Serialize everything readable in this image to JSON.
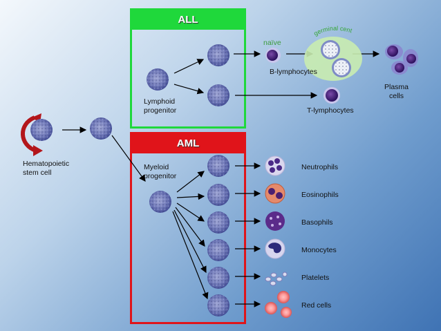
{
  "boxes": {
    "all": {
      "title": "ALL",
      "color": "#1fd83b"
    },
    "aml": {
      "title": "AML",
      "color": "#e0141a"
    }
  },
  "labels": {
    "hsc": [
      "Hematopoietic",
      "stem cell"
    ],
    "lymphoid": [
      "Lymphoid",
      "progenitor"
    ],
    "myeloid": [
      "Myeloid",
      "progenitor"
    ],
    "naive": "naïve",
    "germinal": "germinal center",
    "b_lymph": "B-lymphocytes",
    "t_lymph": "T-lymphocytes",
    "plasma": [
      "Plasma",
      "cells"
    ]
  },
  "outputs": [
    "Neutrophils",
    "Eosinophils",
    "Basophils",
    "Monocytes",
    "Platelets",
    "Red cells"
  ]
}
